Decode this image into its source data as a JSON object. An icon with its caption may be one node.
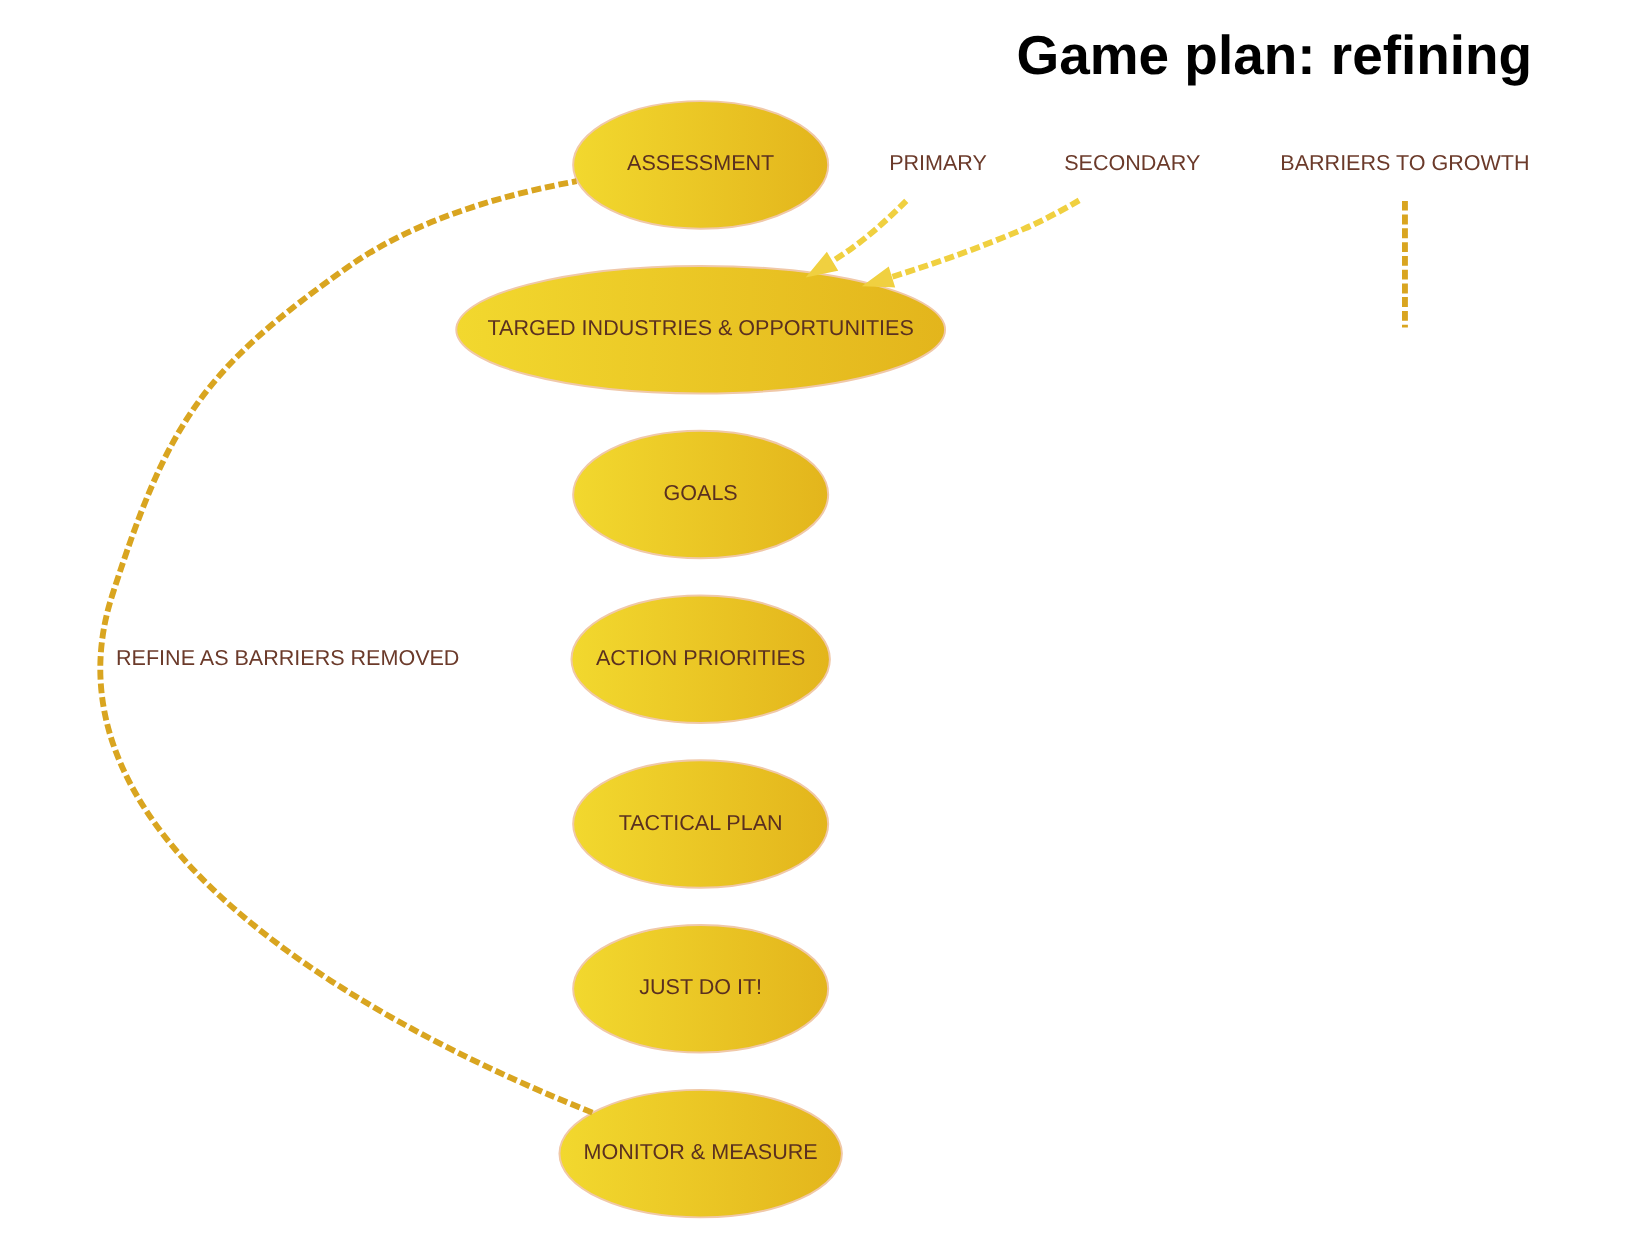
{
  "diagram": {
    "title": "Game plan: refining",
    "nodes": [
      {
        "text": [
          "ASSESSMENT"
        ]
      },
      {
        "text": [
          "TARGED INDUSTRIES & OPPORTUNITIES"
        ]
      },
      {
        "text": [
          "GOALS"
        ]
      },
      {
        "text": [
          "ACTION PRIORITIES"
        ]
      },
      {
        "text": [
          "TACTICAL PLAN"
        ]
      },
      {
        "text": [
          "JUST DO IT!"
        ]
      },
      {
        "text": [
          "MONITOR & MEASURE"
        ]
      },
      {
        "text": [
          "BARRIERS TO GROWTH"
        ]
      },
      {
        "text": [
          "PRIMARY"
        ]
      },
      {
        "text": [
          "SECONDARY"
        ]
      }
    ],
    "edges": [
      {
        "from": 6,
        "to": 0,
        "arrow": "none",
        "style": "dashed",
        "label": "REFINE AS BARRIERS REMOVED"
      },
      {
        "from": 7,
        "to": null,
        "arrow": "none",
        "style": "dashed"
      },
      {
        "from": 8,
        "to": 1,
        "arrow": "to",
        "style": "dashed",
        "color": "#f0d040"
      },
      {
        "from": 9,
        "to": 1,
        "arrow": "to",
        "style": "dashed",
        "color": "#f0d040"
      }
    ]
  }
}
